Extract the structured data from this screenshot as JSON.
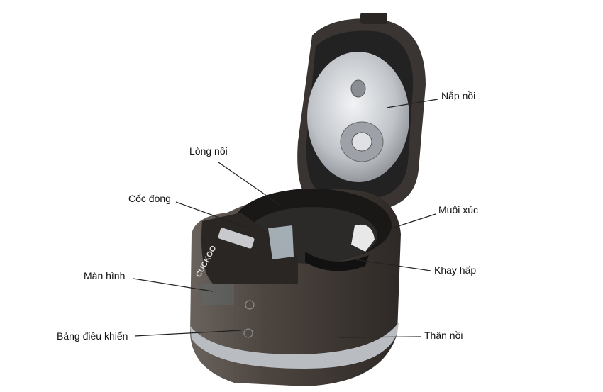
{
  "labels": {
    "lid": "Nắp nồi",
    "inner_pot": "Lòng nồi",
    "measuring_cup": "Cốc đong",
    "rice_paddle": "Muôi xúc",
    "steam_tray": "Khay hấp",
    "display": "Màn hình",
    "control_panel": "Bảng điều khiển",
    "body": "Thân nồi"
  },
  "logo": "CUCKOO",
  "colors": {
    "body": "#4a413c",
    "lid": "#3a3533",
    "plate": "#c9ccd0",
    "text": "#111111"
  }
}
